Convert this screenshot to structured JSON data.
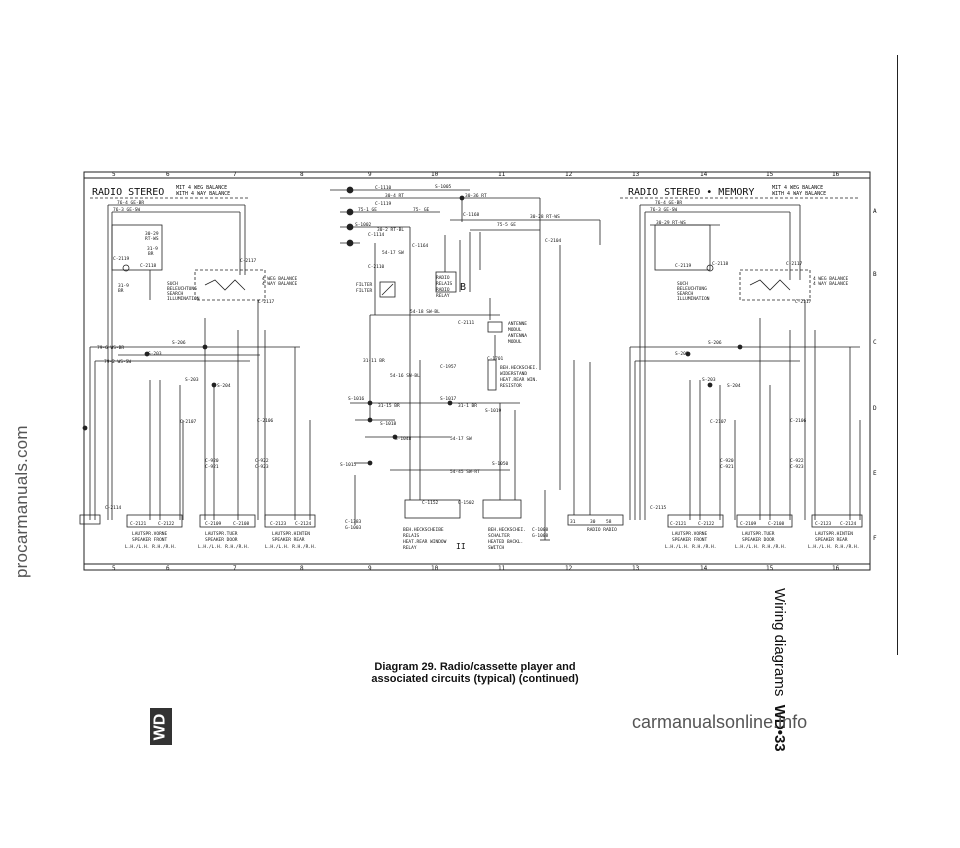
{
  "watermarks": {
    "side": "procarmanuals.com",
    "bottom": "carmanualsonline.info"
  },
  "page": {
    "side_title": "Wiring diagrams",
    "side_code": "WD•33",
    "tab": "WD",
    "caption_line1": "Diagram 29. Radio/cassette player and",
    "caption_line2": "associated circuits (typical) (continued)"
  },
  "grid": {
    "top": [
      "5",
      "6",
      "7",
      "8",
      "9",
      "10",
      "11",
      "12",
      "13",
      "14",
      "15",
      "16"
    ],
    "bottom": [
      "5",
      "6",
      "7",
      "8",
      "9",
      "10",
      "11",
      "12",
      "13",
      "14",
      "15",
      "16"
    ],
    "right": [
      "A",
      "B",
      "C",
      "D",
      "E",
      "F"
    ]
  },
  "left_panel": {
    "title": "RADIO STEREO",
    "subtitle1": "MIT 4 WEG BALANCE",
    "subtitle2": "WITH 4 WAY BALANCE",
    "wires_top": [
      "76-4 GE-BR",
      "76-3 GE-SW"
    ],
    "conn": [
      "C-2117",
      "C-2118",
      "C-2119",
      "C-2114",
      "C-2106",
      "C-2107",
      "C-920",
      "C-921",
      "C-922",
      "C-923"
    ],
    "illum": [
      "SUCH",
      "BELEUCHTUNG",
      "SEARCH",
      "ILLUMINATION"
    ],
    "balance": [
      "4 WEG BALANCE",
      "4 WAY BALANCE"
    ],
    "splices": [
      "S-206",
      "S-203",
      "S-204"
    ],
    "wires": [
      "79-6 WS-BR",
      "79-2 WS-SW",
      "30-29",
      "RT-WS",
      "31-9",
      "BR"
    ],
    "speaker_conns": [
      "C-2121",
      "C-2122",
      "C-2109",
      "C-2108",
      "C-2123",
      "C-2124"
    ],
    "speaker_labels": [
      [
        "LAUTSPR.VORNE",
        "SPEAKER FRONT",
        "L.H./L.H.  R.H./R.H."
      ],
      [
        "LAUTSPR.TUER",
        "SPEAKER DOOR",
        "L.H./L.H.  R.H./R.H."
      ],
      [
        "LAUTSPR.HINTEN",
        "SPEAKER REAR",
        "L.H./L.H.  R.H./R.H."
      ]
    ]
  },
  "center_panel": {
    "conns": [
      "C-1110",
      "C-1119",
      "C-1168",
      "C-1114",
      "C-1164",
      "C-2110",
      "C-2111",
      "C-1701",
      "C-1957",
      "C-2104",
      "C-1152",
      "C-1502",
      "C-1383",
      "G-1003",
      "C-1008",
      "G-1008"
    ],
    "splices": [
      "S-1005",
      "S-1002",
      "S-1016",
      "S-1017",
      "S-1018",
      "S-1019",
      "S-1048",
      "S-1050",
      "S-1015"
    ],
    "wires": [
      "30-4 RT",
      "30-36 RT",
      "75-1 GE",
      "75- GE",
      "30-2 RT-BL",
      "30-28 RT-WS",
      "75-5 GE",
      "54-17 SW",
      "54-18 SW-BL",
      "54-16 SW-BL",
      "31-11 BR",
      "31-15 BR",
      "31-1 BR",
      "54-45 SW-RT",
      "54-17 SW"
    ],
    "filter": [
      "FILTER",
      "FILTER"
    ],
    "relay": [
      "RADIO",
      "RELAIS",
      "RADIO",
      "RELAY"
    ],
    "relay_letter": "B",
    "antenna": [
      "ANTENNE",
      "MODUL",
      "ANTENNA",
      "MODUL"
    ],
    "resistor": [
      "BEH.HECKSCHEI.",
      "WIDERSTAND",
      "HEAT.REAR WIN.",
      "RESISTOR"
    ],
    "heated_relay": [
      "BEH.HECKSCHEIBE",
      "RELAIS",
      "HEAT.REAR WINDOW",
      "RELAY"
    ],
    "heated_switch": [
      "BEH.HECKSCHEI.",
      "SCHALTER",
      "HEATED BACKL.",
      "SWITCH"
    ],
    "relay_marker": "II",
    "radio_label": "RADIO RADIO",
    "radio_pins": [
      "31",
      "30",
      "58"
    ]
  },
  "right_panel": {
    "title": "RADIO STEREO • MEMORY",
    "subtitle1": "MIT 4 WEG BALANCE",
    "subtitle2": "WITH 4 WAY BALANCE",
    "wires_top": [
      "76-4 GE-BR",
      "76-3 GE-SW",
      "30-29 RT-WS"
    ],
    "conn": [
      "C-2117",
      "C-2118",
      "C-2119",
      "C-2115",
      "C-2106",
      "C-2107",
      "C-920",
      "C-921",
      "C-922",
      "C-923"
    ],
    "illum": [
      "SUCH",
      "BELEUCHTUNG",
      "SEARCH",
      "ILLUMINATION"
    ],
    "balance": [
      "4 WEG BALANCE",
      "4 WAY BALANCE"
    ],
    "splices": [
      "S-206",
      "S-203",
      "S-204"
    ],
    "speaker_conns": [
      "C-2121",
      "C-2122",
      "C-2109",
      "C-2108",
      "C-2123",
      "C-2124"
    ],
    "speaker_labels": [
      [
        "LAUTSPR.VORNE",
        "SPEAKER FRONT",
        "L.H./L.H.  R.H./R.H."
      ],
      [
        "LAUTSPR.TUER",
        "SPEAKER DOOR",
        "L.H./L.H.  R.H./R.H."
      ],
      [
        "LAUTSPR.HINTEN",
        "SPEAKER REAR",
        "L.H./L.H.  R.H./R.H."
      ]
    ]
  }
}
